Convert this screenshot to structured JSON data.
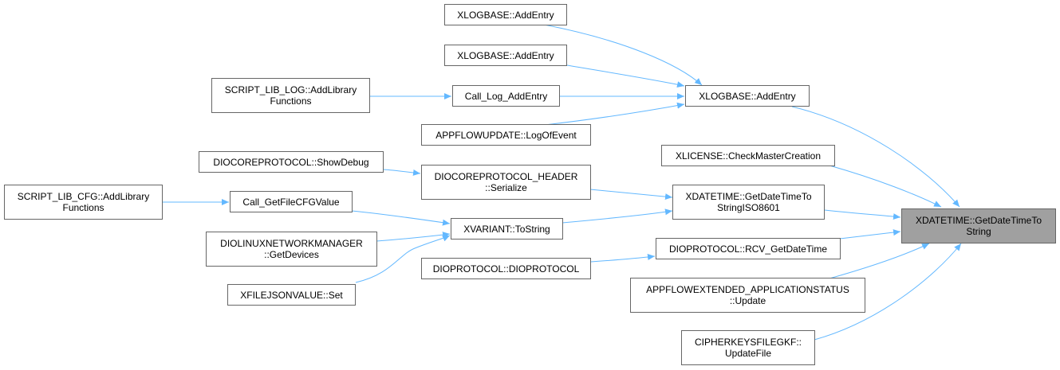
{
  "colors": {
    "edge": "#63b8ff",
    "node_border": "#666666",
    "focus_fill": "#a0a0a0"
  },
  "nodes": {
    "xdatetime_getdatetimetostring": {
      "line1": "XDATETIME::GetDateTimeTo",
      "line2": "String"
    },
    "xlogbase_addentry_top": {
      "line1": "XLOGBASE::AddEntry"
    },
    "xlogbase_addentry_second": {
      "line1": "XLOGBASE::AddEntry"
    },
    "script_lib_log": {
      "line1": "SCRIPT_LIB_LOG::AddLibrary",
      "line2": "Functions"
    },
    "call_log_addentry": {
      "line1": "Call_Log_AddEntry"
    },
    "xlogbase_addentry_main": {
      "line1": "XLOGBASE::AddEntry"
    },
    "appflowupdate_logofevent": {
      "line1": "APPFLOWUPDATE::LogOfEvent"
    },
    "xlicense_checkmastercreation": {
      "line1": "XLICENSE::CheckMasterCreation"
    },
    "diocoreprotocol_showdebug": {
      "line1": "DIOCOREPROTOCOL::ShowDebug"
    },
    "diocoreprotocol_header_serialize": {
      "line1": "DIOCOREPROTOCOL_HEADER",
      "line2": "::Serialize"
    },
    "script_lib_cfg": {
      "line1": "SCRIPT_LIB_CFG::AddLibrary",
      "line2": "Functions"
    },
    "call_getfilecfgvalue": {
      "line1": "Call_GetFileCFGValue"
    },
    "xdatetime_getdatetimetostringiso8601": {
      "line1": "XDATETIME::GetDateTimeTo",
      "line2": "StringISO8601"
    },
    "xvariant_tostring": {
      "line1": "XVARIANT::ToString"
    },
    "diolinuxnetworkmanager_getdevices": {
      "line1": "DIOLINUXNETWORKMANAGER",
      "line2": "::GetDevices"
    },
    "dioprotocol_rcv_getdatetime": {
      "line1": "DIOPROTOCOL::RCV_GetDateTime"
    },
    "dioprotocol_dioprotocol": {
      "line1": "DIOPROTOCOL::DIOPROTOCOL"
    },
    "appflowextended_update": {
      "line1": "APPFLOWEXTENDED_APPLICATIONSTATUS",
      "line2": "::Update"
    },
    "xfilejsonvalue_set": {
      "line1": "XFILEJSONVALUE::Set"
    },
    "cipherkeysfilegkf_updatefile": {
      "line1": "CIPHERKEYSFILEGKF::",
      "line2": "UpdateFile"
    }
  }
}
